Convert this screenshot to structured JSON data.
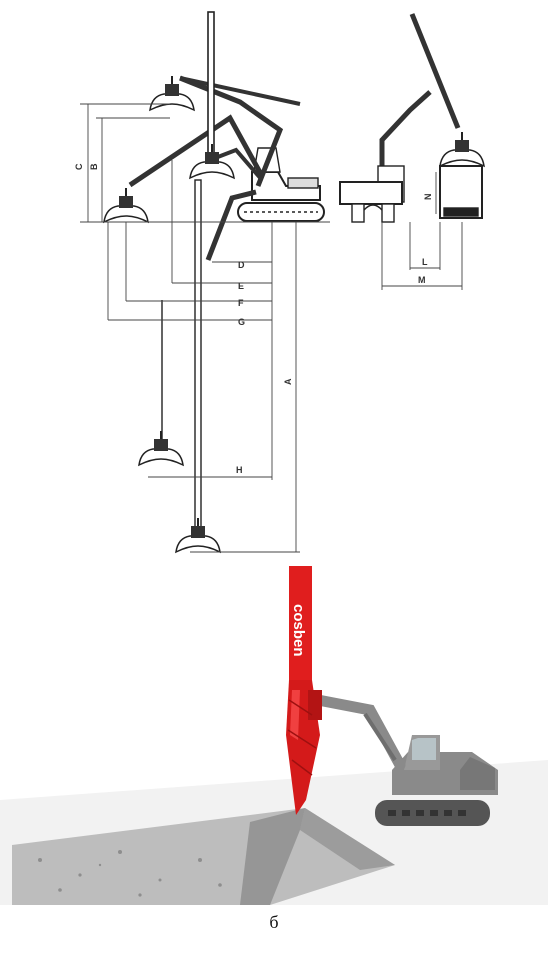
{
  "top_diagram": {
    "dimension_labels": {
      "A": "A",
      "B": "B",
      "C": "C",
      "D": "D",
      "E": "E",
      "F": "F",
      "G": "G",
      "H": "H",
      "L": "L",
      "M": "M",
      "N": "N"
    }
  },
  "bottom_render": {
    "brand_text": "cosben",
    "colors": {
      "drill": "#e01e1e",
      "machine": "#8a8a8a",
      "ground": "#c9c9c9"
    }
  },
  "caption": "б"
}
